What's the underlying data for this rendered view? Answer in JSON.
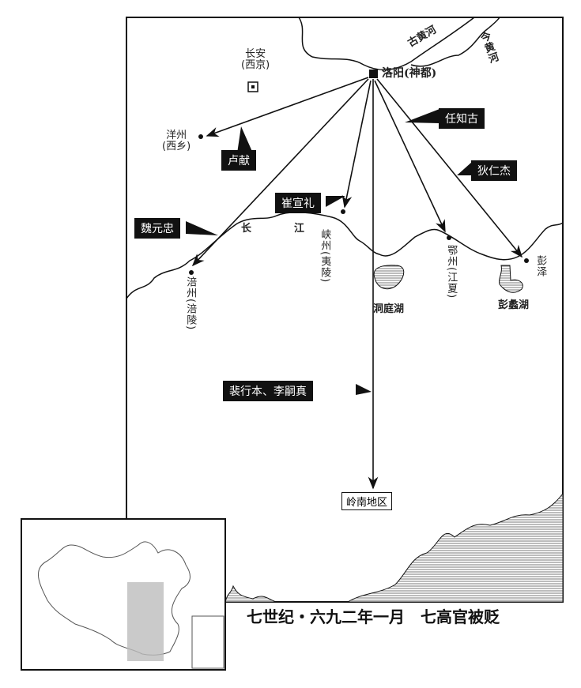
{
  "title": "七世纪・六九二年一月　七高官被贬",
  "rivers": {
    "old_yellow": "古黄河",
    "new_yellow": "今黄河",
    "yangtze_1": "长",
    "yangtze_2": "江"
  },
  "places": {
    "luoyang": "洛阳(神都)",
    "changan": "长安",
    "changan_alt": "(西京)",
    "yangzhou": "洋州",
    "yangzhou_alt": "(西乡)",
    "fuzhou": "涪州(涪陵)",
    "xiazhou": "峡州(夷陵)",
    "ezhou": "鄂州(江夏)",
    "pengze": "彭泽",
    "dongting": "洞庭湖",
    "poyang": "彭蠡湖",
    "lingnan": "岭南地区"
  },
  "officials": {
    "lu_xian": "卢献",
    "ren_zhigu": "任知古",
    "di_renjie": "狄仁杰",
    "cui_xuanli": "崔宣礼",
    "wei_yuanzhong": "魏元忠",
    "pei_li": "裴行本、李嗣真"
  },
  "colors": {
    "ink": "#111111",
    "inset_highlight": "#bdbdbd"
  }
}
